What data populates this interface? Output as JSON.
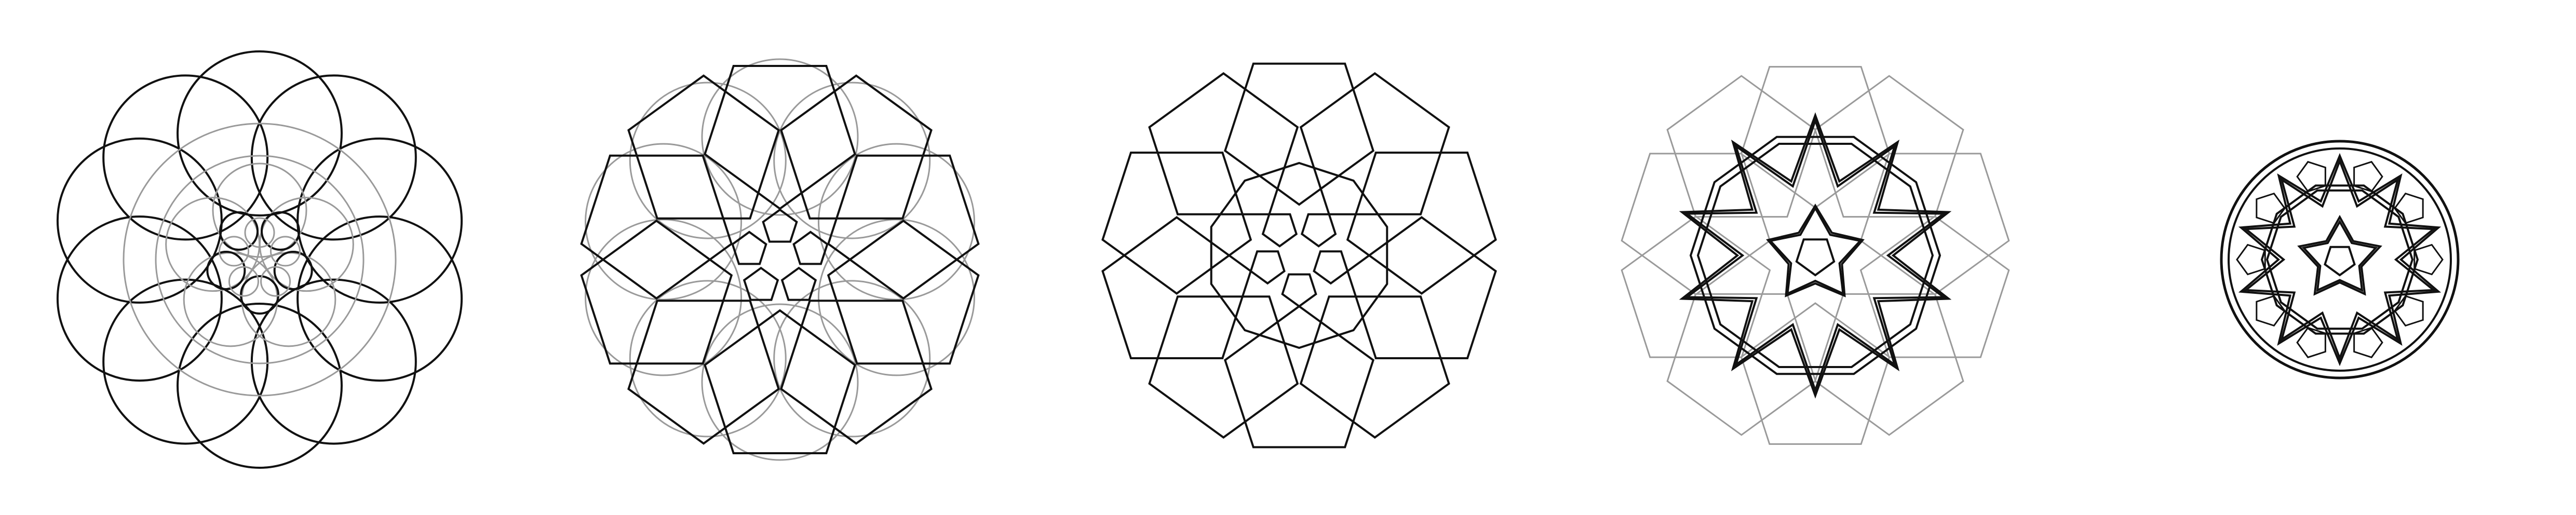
{
  "figure": {
    "panel_count": 5,
    "fold_symmetry": 10,
    "colors": {
      "background": "#ffffff",
      "primary_line": "#111111",
      "construction_line": "#9a9a9a"
    },
    "panels": [
      {
        "name": "step-1-circles",
        "elements": [
          "outer-ring-circles",
          "inner-construction-circles",
          "small-centre-circles"
        ]
      },
      {
        "name": "step-2-pentagons-over-circles",
        "elements": [
          "construction-circles",
          "pentagons",
          "centre-rosette"
        ]
      },
      {
        "name": "step-3-pentagon-ring",
        "elements": [
          "outer-pentagons",
          "inner-decagon",
          "small-centre-pentagons"
        ]
      },
      {
        "name": "step-4-star-overlay",
        "elements": [
          "faded-pentagon-grid",
          "ten-point-star",
          "interlaced-bands"
        ]
      },
      {
        "name": "step-5-final-medallion",
        "elements": [
          "boundary-circle",
          "interlaced-star-pattern"
        ]
      }
    ]
  }
}
